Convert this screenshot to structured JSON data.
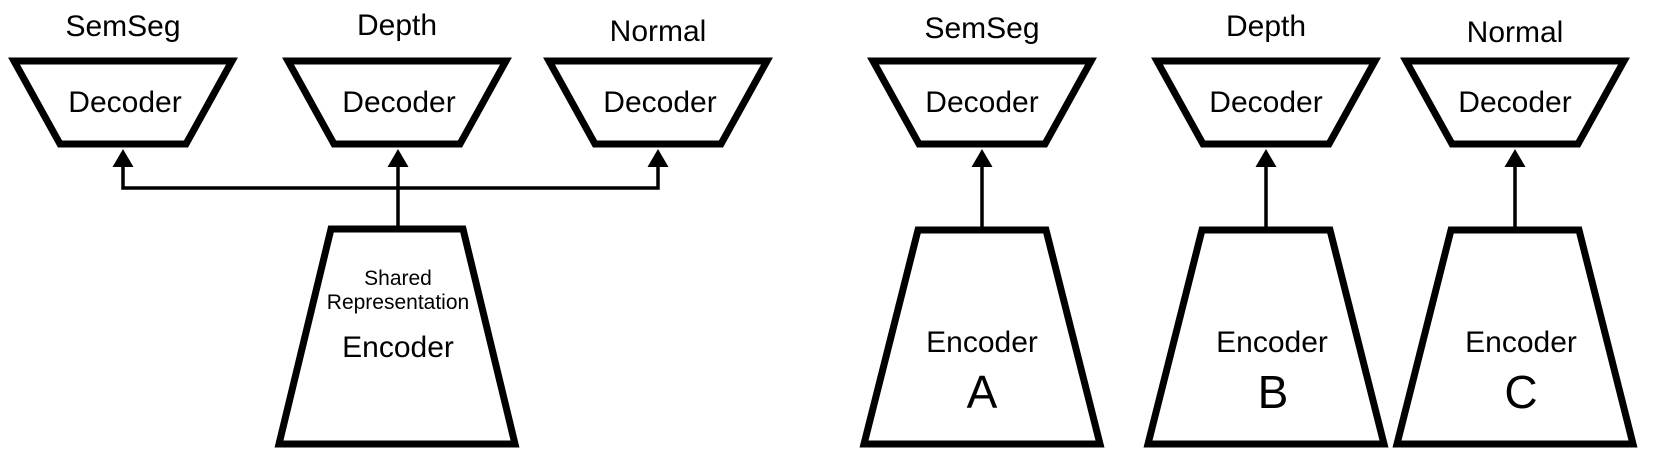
{
  "colors": {
    "stroke": "#000000",
    "background": "#ffffff"
  },
  "left_architecture": {
    "tasks": [
      {
        "title": "SemSeg",
        "decoder_label": "Decoder"
      },
      {
        "title": "Depth",
        "decoder_label": "Decoder"
      },
      {
        "title": "Normal",
        "decoder_label": "Decoder"
      }
    ],
    "encoder": {
      "annotation_line1": "Shared",
      "annotation_line2": "Representation",
      "label": "Encoder"
    }
  },
  "right_architecture": {
    "columns": [
      {
        "title": "SemSeg",
        "decoder_label": "Decoder",
        "encoder_label": "Encoder",
        "encoder_id": "A"
      },
      {
        "title": "Depth",
        "decoder_label": "Decoder",
        "encoder_label": "Encoder",
        "encoder_id": "B"
      },
      {
        "title": "Normal",
        "decoder_label": "Decoder",
        "encoder_label": "Encoder",
        "encoder_id": "C"
      }
    ]
  }
}
